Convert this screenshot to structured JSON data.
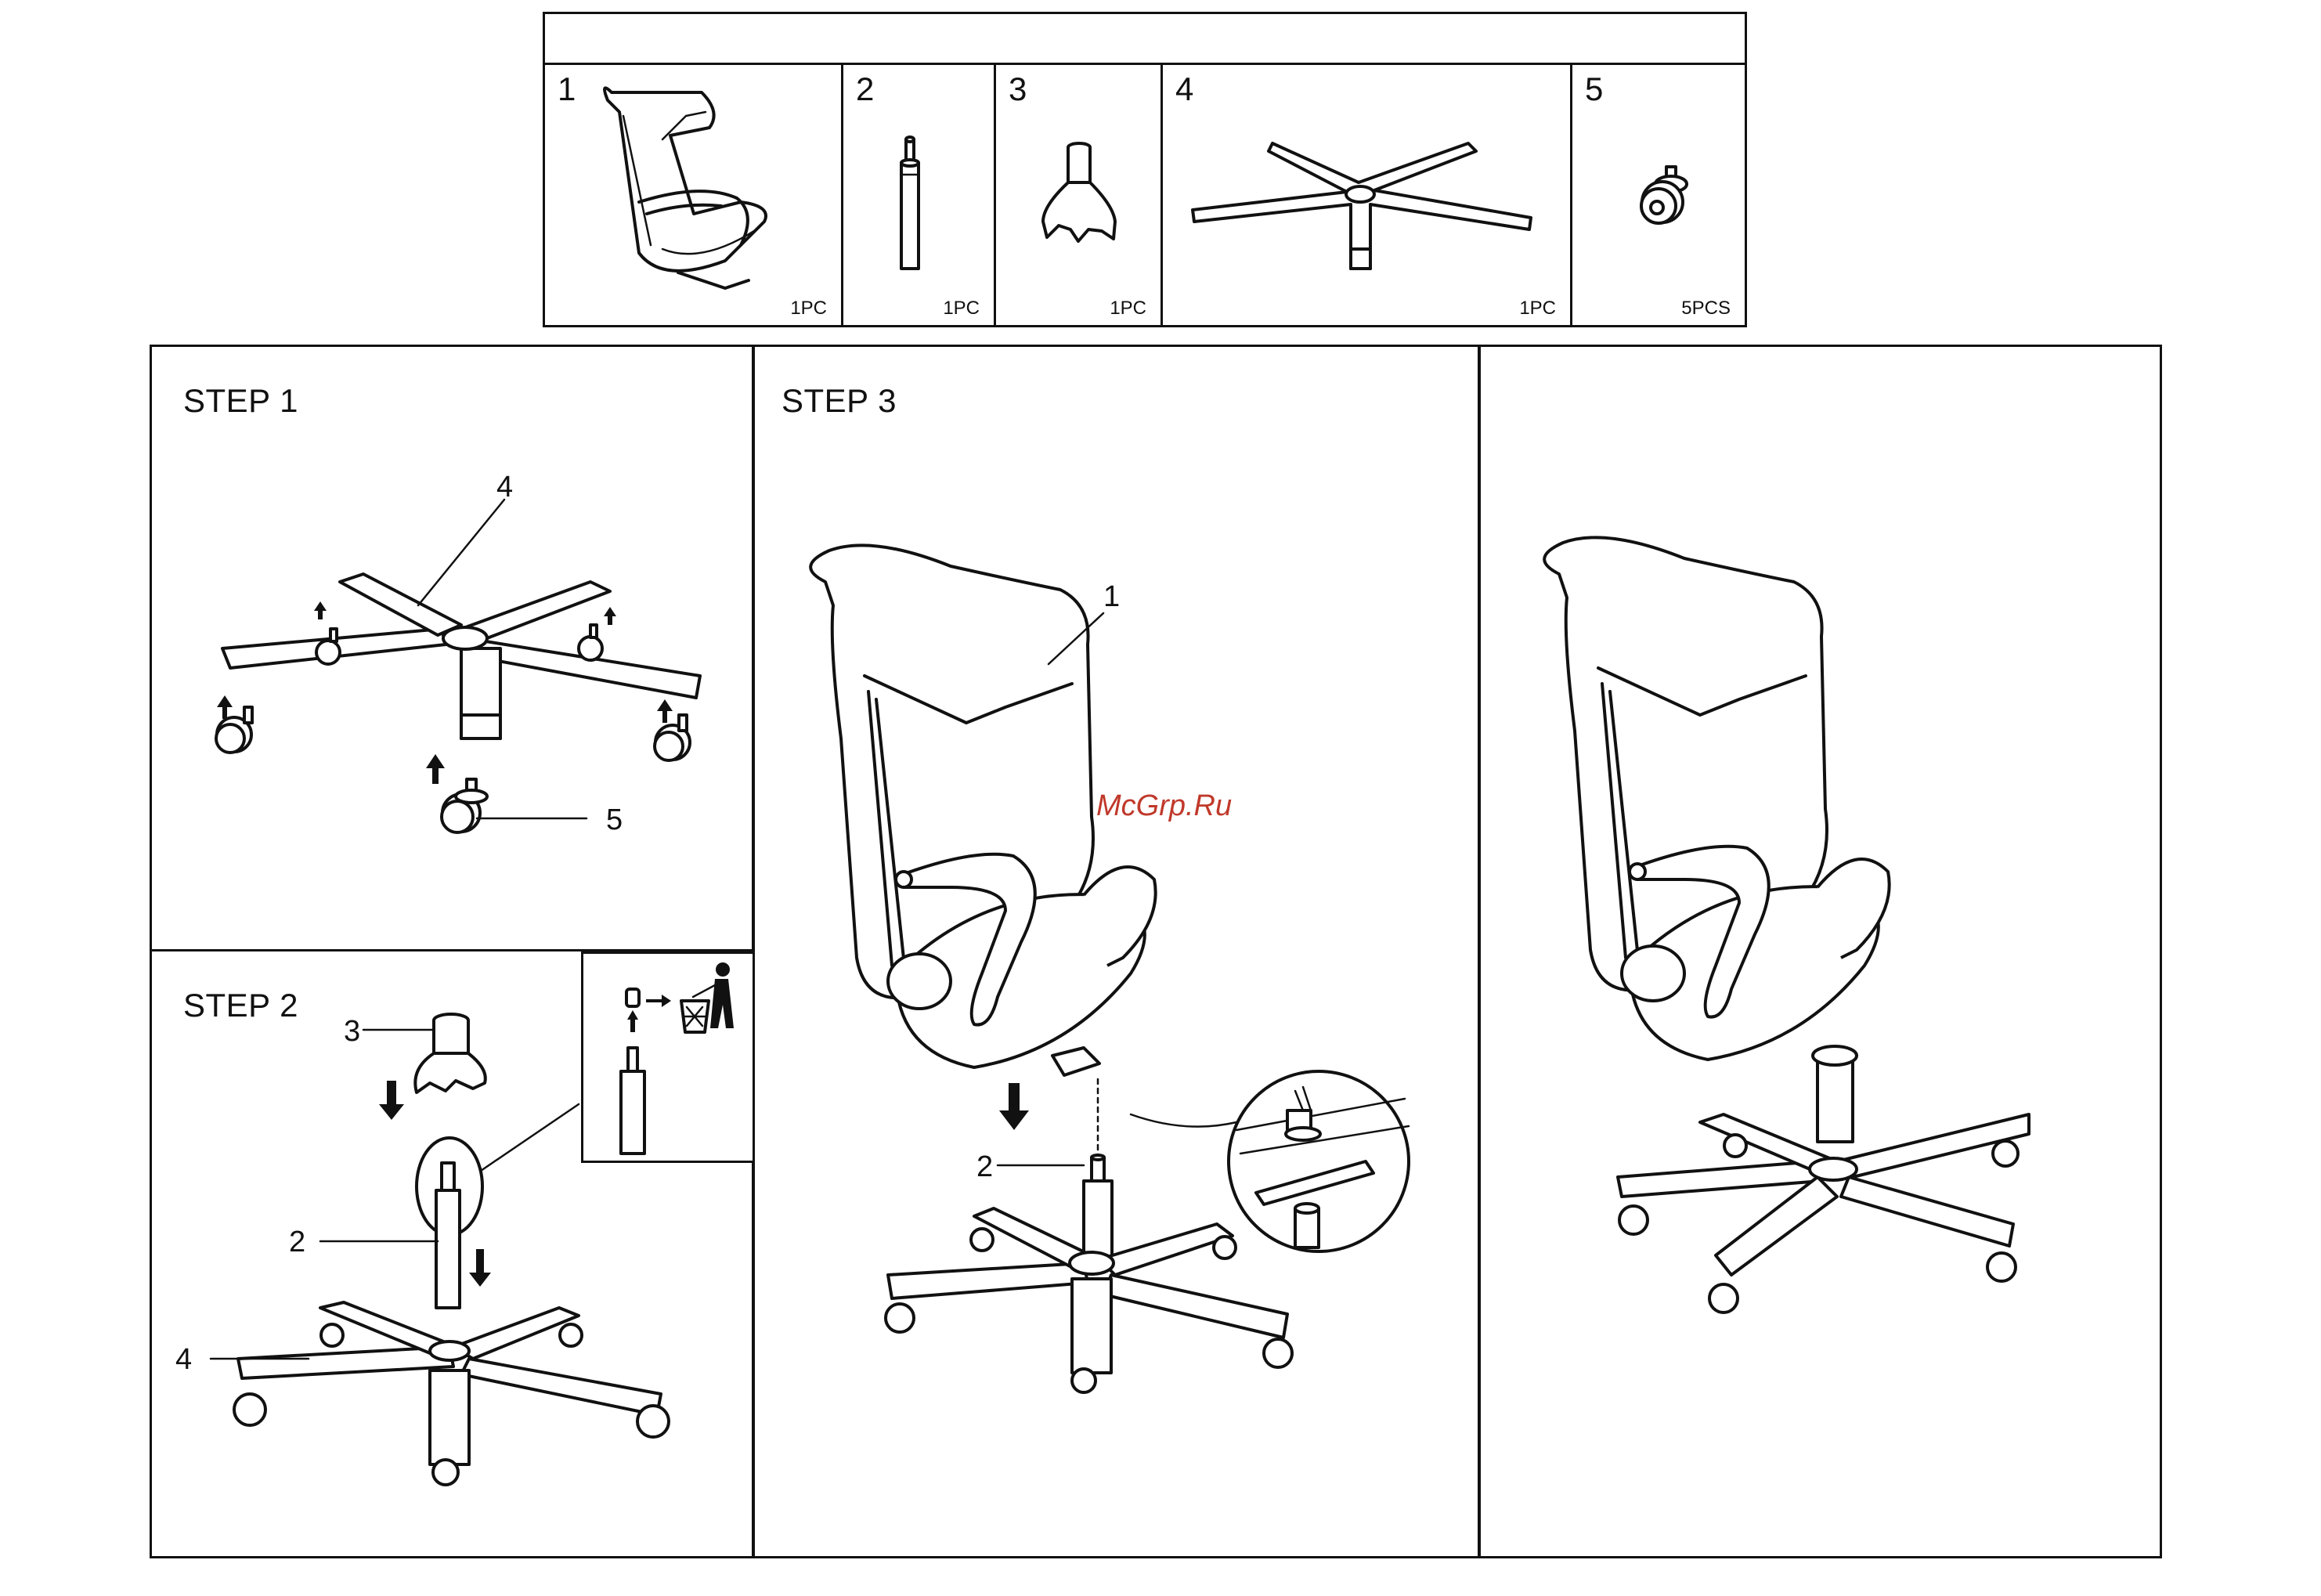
{
  "parts_table": {
    "header": "",
    "items": [
      {
        "num": "1",
        "qty": "1PC",
        "icon": "chair-seat-back-icon"
      },
      {
        "num": "2",
        "qty": "1PC",
        "icon": "gas-lift-icon"
      },
      {
        "num": "3",
        "qty": "1PC",
        "icon": "lift-cover-icon"
      },
      {
        "num": "4",
        "qty": "1PC",
        "icon": "star-base-icon"
      },
      {
        "num": "5",
        "qty": "5PCS",
        "icon": "caster-icon"
      }
    ]
  },
  "step1": {
    "title": "STEP 1",
    "callouts": {
      "base": "4",
      "caster": "5"
    }
  },
  "step2": {
    "title": "STEP 2",
    "callouts": {
      "cover": "3",
      "lift": "2",
      "base": "4"
    }
  },
  "step3": {
    "title": "STEP 3",
    "callouts": {
      "chair": "1",
      "lift": "2"
    }
  },
  "watermark": "McGrp.Ru",
  "colors": {
    "line": "#111111",
    "watermark": "#c0392b"
  }
}
